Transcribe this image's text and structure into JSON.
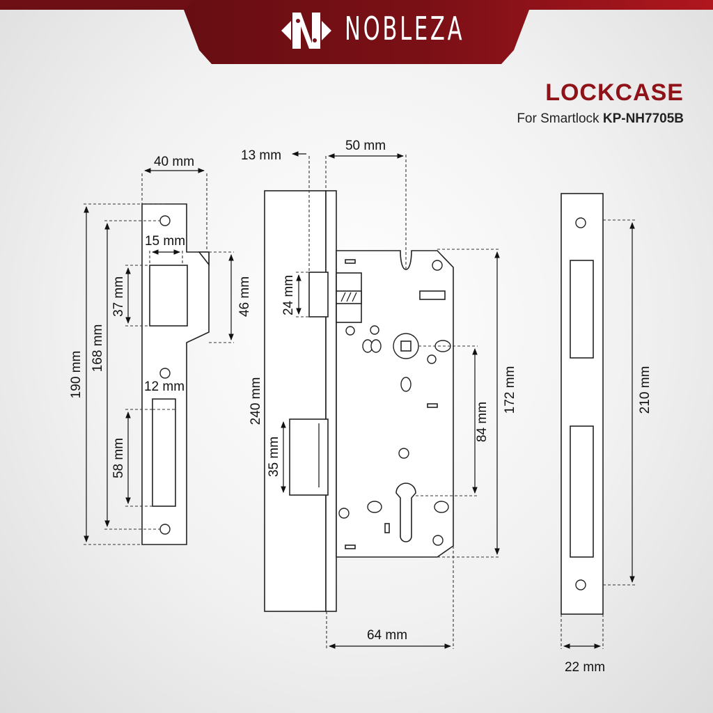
{
  "brand": {
    "name": "NOBLEZA",
    "colors": {
      "banner_dark": "#5e0d12",
      "banner_red": "#a3151c",
      "title": "#8e1218"
    }
  },
  "header": {
    "title": "LOCKCASE",
    "subtitle_prefix": "For Smartlock ",
    "subtitle_model": "KP-NH7705B"
  },
  "dimensions": {
    "strike_width": "40 mm",
    "strike_height": "190 mm",
    "strike_hole_spacing": "168 mm",
    "latch_window_width": "15 mm",
    "latch_window_height": "37 mm",
    "strike_lip_height": "46 mm",
    "bolt_window_width": "12 mm",
    "bolt_window_height": "58 mm",
    "faceplate_thickness": "13 mm",
    "backset": "50 mm",
    "faceplate_height": "240 mm",
    "latch_height": "24 mm",
    "deadbolt_height": "35 mm",
    "body_height": "172 mm",
    "centre_distance": "84 mm",
    "body_depth": "64 mm",
    "front_plate_height": "210 mm",
    "front_plate_width": "22 mm"
  }
}
